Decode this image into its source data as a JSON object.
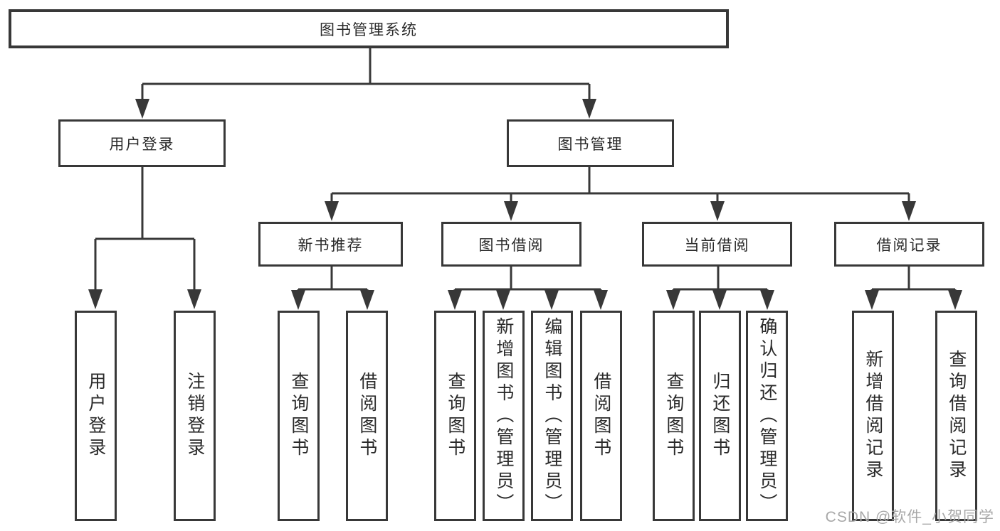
{
  "tree": {
    "root": "图书管理系统",
    "branches": [
      {
        "label": "用户登录",
        "children": [
          "用户登录",
          "注销登录"
        ]
      },
      {
        "label": "图书管理",
        "groups": [
          {
            "label": "新书推荐",
            "children": [
              "查询图书",
              "借阅图书"
            ]
          },
          {
            "label": "图书借阅",
            "children": [
              "查询图书",
              "新增图书（管理员）",
              "编辑图书（管理员）",
              "借阅图书"
            ]
          },
          {
            "label": "当前借阅",
            "children": [
              "查询图书",
              "归还图书",
              "确认归还（管理员）"
            ]
          },
          {
            "label": "借阅记录",
            "children": [
              "新增借阅记录",
              "查询借阅记录"
            ]
          }
        ]
      }
    ]
  },
  "watermark": "CSDN @软件_小贺同学",
  "colors": {
    "line": "#383838",
    "text": "#2a2a2a",
    "watermark": "#a8a8a8",
    "background": "#ffffff"
  }
}
